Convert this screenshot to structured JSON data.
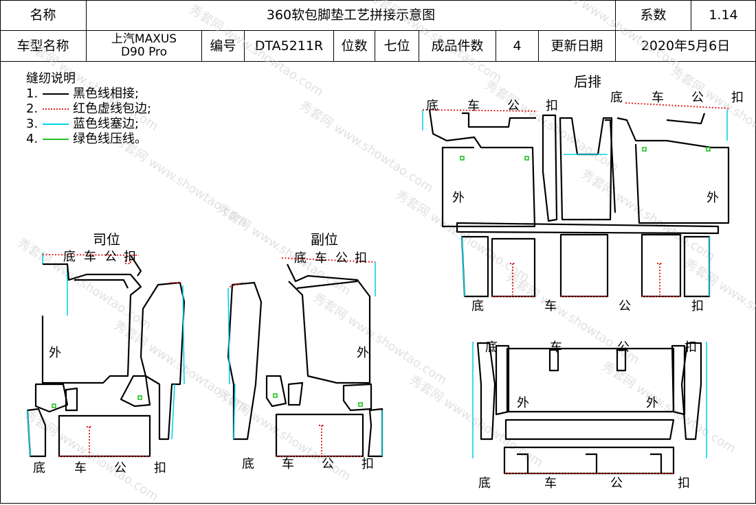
{
  "header": {
    "name_label": "名称",
    "doc_title": "360软包脚垫工艺拼接示意图",
    "coef_label": "系数",
    "coef_value": "1.14",
    "model_label": "车型名称",
    "model_line1": "上汽MAXUS",
    "model_line2": "D90 Pro",
    "code_label": "编号",
    "code_value": "DTA5211R",
    "seats_label": "位数",
    "seats_value": "七位",
    "pieces_label": "成品件数",
    "pieces_value": "4",
    "date_label": "更新日期",
    "date_value": "2020年5月6日"
  },
  "legend": {
    "title": "缝纫说明",
    "items": [
      {
        "num": "1.",
        "text": "黑色线相接;",
        "color": "#000000",
        "style": "solid"
      },
      {
        "num": "2.",
        "text": "红色虚线包边;",
        "color": "#e02020",
        "style": "dotted"
      },
      {
        "num": "3.",
        "text": "蓝色线塞边;",
        "color": "#00d5e8",
        "style": "solid"
      },
      {
        "num": "4.",
        "text": "绿色线压线。",
        "color": "#22c022",
        "style": "solid"
      }
    ]
  },
  "sections": {
    "driver": "司位",
    "passenger": "副位",
    "rear": "后排"
  },
  "marks": {
    "bottom": "底",
    "car": "车",
    "male": "公",
    "buckle": "扣",
    "outside": "外"
  },
  "watermark": {
    "brand": "秀套网",
    "url": "www.showtao.com"
  },
  "colors": {
    "black": "#000000",
    "red": "#e02020",
    "cyan": "#00d5e8",
    "green": "#22c022"
  }
}
